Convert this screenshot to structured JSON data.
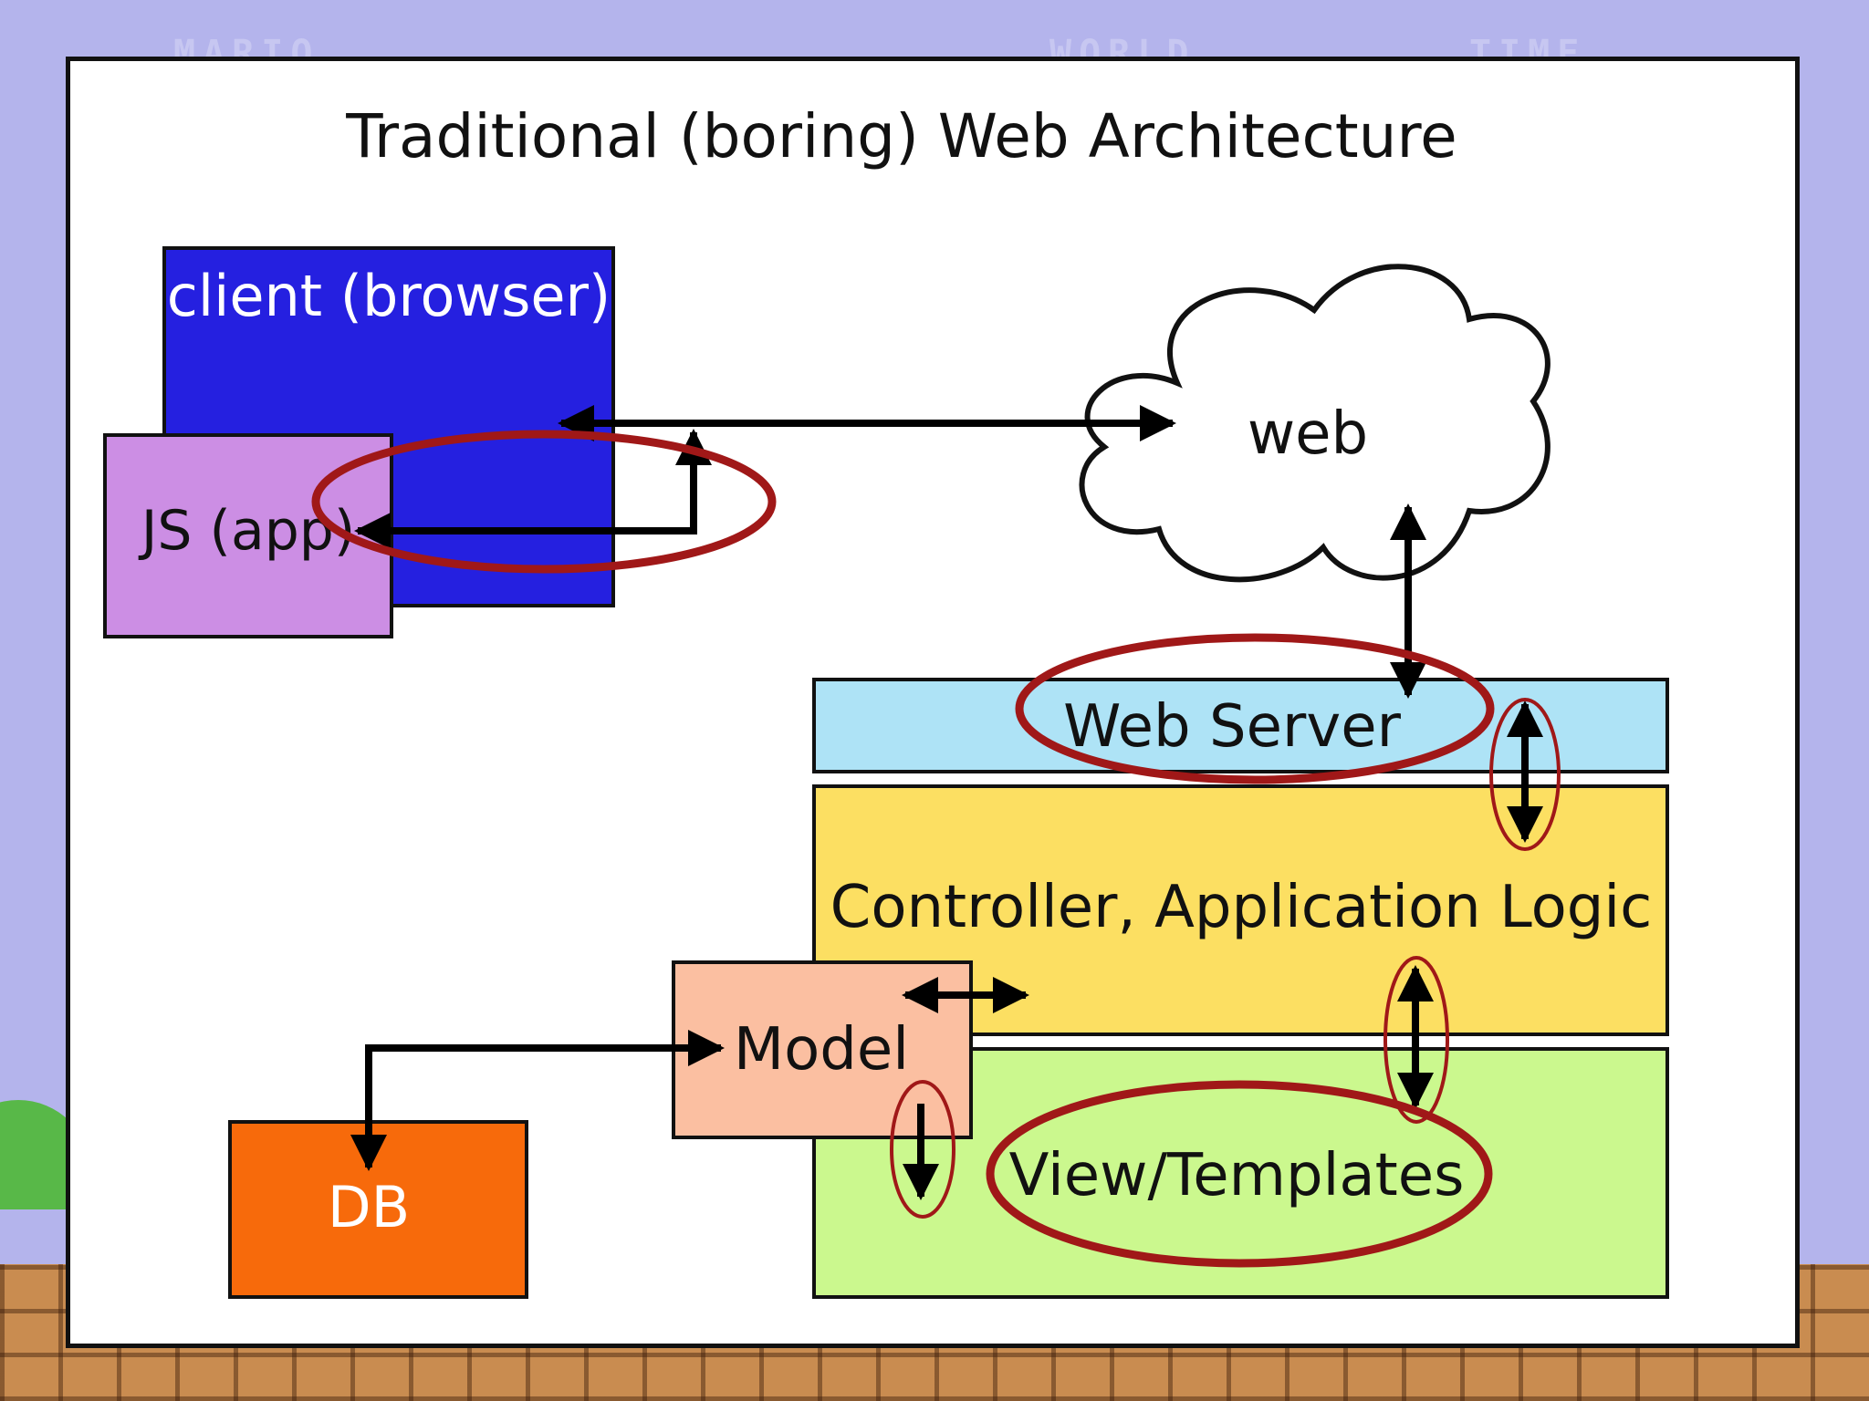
{
  "title": "Traditional (boring) Web Architecture",
  "nodes": {
    "client": "client (browser)",
    "js_app": "JS (app)",
    "web": "web",
    "web_server": "Web Server",
    "controller": "Controller, Application Logic",
    "model": "Model",
    "view": "View/Templates",
    "db": "DB"
  },
  "colors": {
    "client": "#2520e0",
    "js_app": "#cc8ee4",
    "web_server": "#aee3f6",
    "controller": "#fcdf62",
    "view": "#cbf88e",
    "model": "#fbbfa1",
    "db": "#f76a0b",
    "highlight": "#a01818",
    "arrow": "#000000"
  },
  "background_hud": [
    "MARIO",
    "WORLD",
    "TIME"
  ]
}
